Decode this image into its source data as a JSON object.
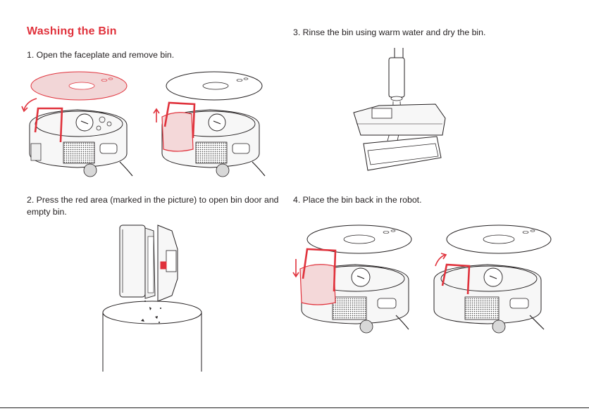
{
  "title": "Washing the Bin",
  "steps": {
    "step1": "1. Open the faceplate and remove bin.",
    "step2": "2. Press the red area (marked in the picture) to open bin door and empty bin.",
    "step3": "3. Rinse the bin using warm water and dry the bin.",
    "step4": "4. Place the bin back in the robot."
  },
  "colors": {
    "accent": "#e0323c",
    "faceplate_fill": "#dcdcdc",
    "line": "#231f20"
  },
  "icons": {
    "rotate_arrow": "curved-arrow-icon",
    "up_arrow": "up-arrow-icon",
    "down_arrow": "down-arrow-icon"
  }
}
